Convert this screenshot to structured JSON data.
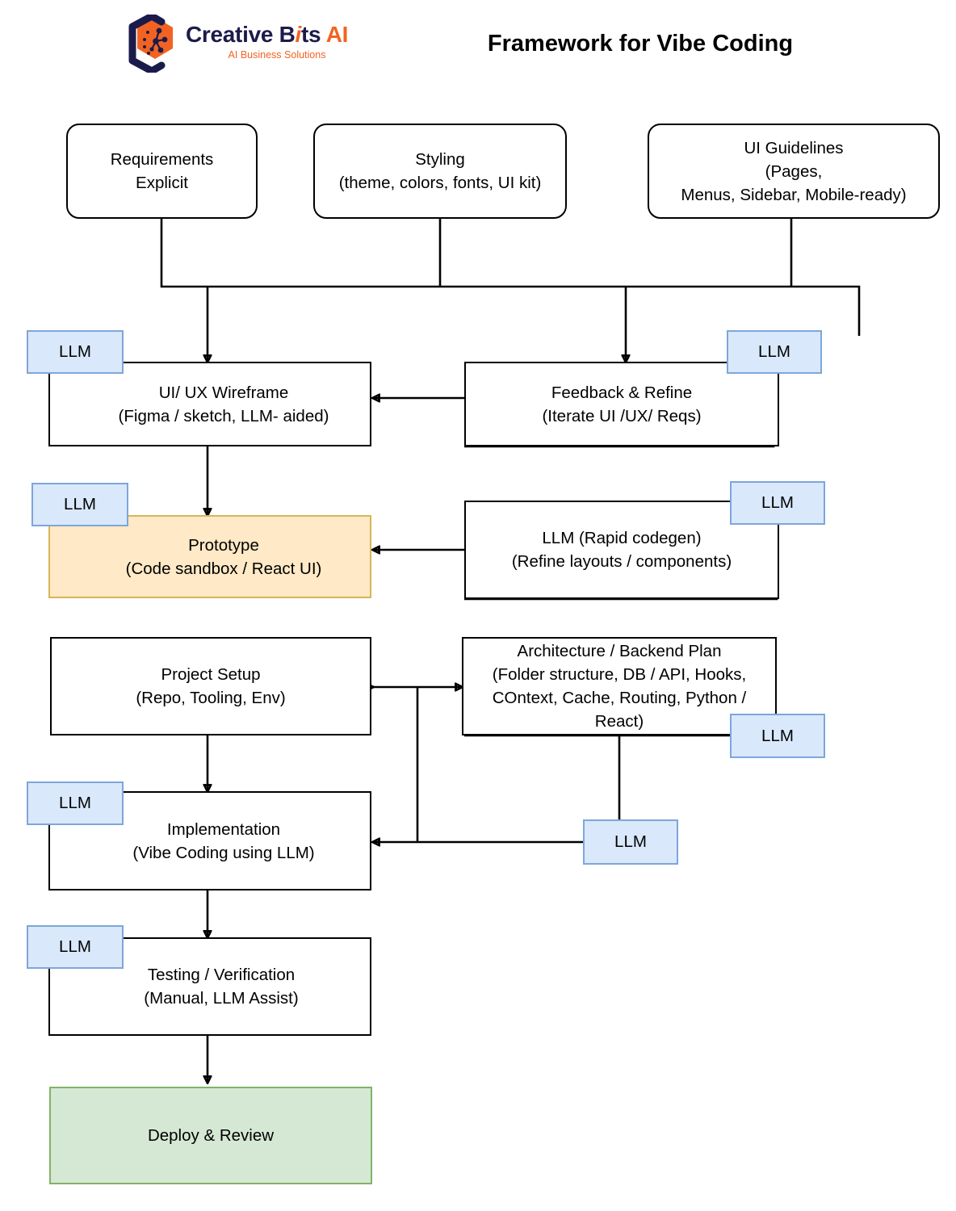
{
  "brand": {
    "logo_icon": "creative-bits-hex-network-logo",
    "name_part1": "Creative B",
    "name_italic": "i",
    "name_part2": "ts",
    "name_suffix": "AI",
    "tagline": "AI Business Solutions",
    "navy": "#1b1b4b",
    "orange": "#f26322"
  },
  "header": {
    "title": "Framework for Vibe Coding"
  },
  "colors": {
    "llm_fill": "#dae8fc",
    "llm_stroke": "#7ea6d9",
    "prototype_fill": "#ffe9c6",
    "prototype_stroke": "#d6b656",
    "deploy_fill": "#d5e8d4",
    "deploy_stroke": "#82b366",
    "node_stroke": "#000000",
    "node_fill": "#ffffff"
  },
  "chart_data": {
    "type": "diagram",
    "title": "Framework for Vibe Coding",
    "nodes": [
      {
        "id": "requirements",
        "lines": [
          "Requirements",
          "Explicit"
        ],
        "shape": "rounded-rect",
        "fill": "#ffffff"
      },
      {
        "id": "styling",
        "lines": [
          "Styling",
          "(theme, colors, fonts, UI kit)"
        ],
        "shape": "rounded-rect",
        "fill": "#ffffff"
      },
      {
        "id": "ui-guidelines",
        "lines": [
          "UI Guidelines",
          "(Pages,",
          "Menus, Sidebar, Mobile-ready)"
        ],
        "shape": "rounded-rect",
        "fill": "#ffffff"
      },
      {
        "id": "wireframe",
        "lines": [
          "UI/ UX Wireframe",
          "(Figma / sketch, LLM- aided)"
        ],
        "shape": "rect",
        "fill": "#ffffff"
      },
      {
        "id": "feedback",
        "lines": [
          "Feedback & Refine",
          "(Iterate UI /UX/ Reqs)"
        ],
        "shape": "rect",
        "fill": "#ffffff"
      },
      {
        "id": "prototype",
        "lines": [
          "Prototype",
          "(Code sandbox / React UI)"
        ],
        "shape": "rect",
        "fill": "#ffe9c6"
      },
      {
        "id": "rapid-codegen",
        "lines": [
          "LLM (Rapid codegen)",
          "(Refine layouts / components)"
        ],
        "shape": "rect",
        "fill": "#ffffff"
      },
      {
        "id": "project-setup",
        "lines": [
          "Project Setup",
          "(Repo, Tooling, Env)"
        ],
        "shape": "rect",
        "fill": "#ffffff"
      },
      {
        "id": "architecture",
        "lines": [
          "Architecture / Backend Plan",
          "(Folder structure, DB / API, Hooks,",
          "COntext, Cache, Routing, Python /",
          "React)"
        ],
        "shape": "rect",
        "fill": "#ffffff"
      },
      {
        "id": "implementation",
        "lines": [
          "Implementation",
          "(Vibe Coding using LLM)"
        ],
        "shape": "rect",
        "fill": "#ffffff"
      },
      {
        "id": "testing",
        "lines": [
          "Testing / Verification",
          "(Manual, LLM Assist)"
        ],
        "shape": "rect",
        "fill": "#ffffff"
      },
      {
        "id": "deploy",
        "lines": [
          "Deploy & Review"
        ],
        "shape": "rect",
        "fill": "#d5e8d4"
      }
    ],
    "badges": [
      {
        "id": "llm-wireframe",
        "label": "LLM",
        "attached_to": "wireframe"
      },
      {
        "id": "llm-feedback",
        "label": "LLM",
        "attached_to": "feedback"
      },
      {
        "id": "llm-prototype",
        "label": "LLM",
        "attached_to": "prototype"
      },
      {
        "id": "llm-codegen",
        "label": "LLM",
        "attached_to": "rapid-codegen"
      },
      {
        "id": "llm-architecture",
        "label": "LLM",
        "attached_to": "architecture"
      },
      {
        "id": "llm-implementation-left",
        "label": "LLM",
        "attached_to": "implementation"
      },
      {
        "id": "llm-implementation-right",
        "label": "LLM",
        "attached_to": "implementation"
      },
      {
        "id": "llm-testing",
        "label": "LLM",
        "attached_to": "testing"
      }
    ],
    "edges": [
      {
        "from": "requirements",
        "to": "wireframe",
        "type": "arrow"
      },
      {
        "from": "styling",
        "to": "wireframe",
        "type": "arrow"
      },
      {
        "from": "ui-guidelines",
        "to": "feedback",
        "type": "arrow"
      },
      {
        "from": "feedback",
        "to": "wireframe",
        "type": "arrow"
      },
      {
        "from": "wireframe",
        "to": "prototype",
        "type": "arrow"
      },
      {
        "from": "rapid-codegen",
        "to": "prototype",
        "type": "arrow"
      },
      {
        "from": "project-setup",
        "to": "architecture",
        "type": "double-arrow"
      },
      {
        "from": "project-setup",
        "to": "implementation",
        "type": "arrow"
      },
      {
        "from": "architecture",
        "to": "implementation",
        "type": "arrow"
      },
      {
        "from": "implementation",
        "to": "testing",
        "type": "arrow"
      },
      {
        "from": "testing",
        "to": "deploy",
        "type": "arrow"
      }
    ]
  },
  "nodes": {
    "requirements": {
      "l1": "Requirements",
      "l2": "Explicit"
    },
    "styling": {
      "l1": "Styling",
      "l2": "(theme, colors, fonts, UI kit)"
    },
    "guidelines": {
      "l1": "UI Guidelines",
      "l2": "(Pages,",
      "l3": "Menus, Sidebar, Mobile-ready)"
    },
    "wireframe": {
      "l1": "UI/ UX Wireframe",
      "l2": "(Figma / sketch, LLM- aided)"
    },
    "feedback": {
      "l1": "Feedback & Refine",
      "l2": "(Iterate UI /UX/ Reqs)"
    },
    "prototype": {
      "l1": "Prototype",
      "l2": "(Code sandbox / React UI)"
    },
    "codegen": {
      "l1": "LLM (Rapid codegen)",
      "l2": "(Refine layouts / components)"
    },
    "setup": {
      "l1": "Project Setup",
      "l2": "(Repo, Tooling, Env)"
    },
    "architecture": {
      "l1": "Architecture / Backend Plan",
      "l2": "(Folder structure, DB / API, Hooks,",
      "l3": "COntext, Cache, Routing, Python /",
      "l4": "React)"
    },
    "implementation": {
      "l1": "Implementation",
      "l2": "(Vibe Coding using LLM)"
    },
    "testing": {
      "l1": "Testing / Verification",
      "l2": "(Manual, LLM Assist)"
    },
    "deploy": {
      "l1": "Deploy & Review"
    }
  },
  "badges": {
    "llm": "LLM"
  }
}
